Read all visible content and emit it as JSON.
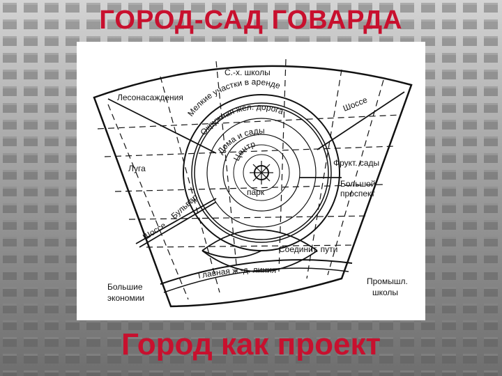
{
  "header": {
    "title": "ГОРОД-САД ГОВАРДА"
  },
  "footer": {
    "subtitle": "Город как проект"
  },
  "diagram": {
    "labels": {
      "schools": "С.-х. школы",
      "forest": "Лесонасаждения",
      "small_plots": "Мелкие участки в аренде",
      "highway_ne": "Шоссе",
      "ring_railway": "Окружная жел. дорога",
      "houses_gardens": "Дома и сады",
      "center": "Центр",
      "park": "парк",
      "fruit_gardens": "Фрукт. сады",
      "big_avenue_1": "Большой",
      "big_avenue_2": "проспект",
      "meadows": "Луга",
      "boulevard": "Бульвар",
      "highway_sw": "Шоссе",
      "connecting_tracks": "Соединит. пути",
      "main_railway": "Главная ж.-д. линия",
      "big_farms_1": "Большие",
      "big_farms_2": "экономии",
      "industrial_schools_1": "Промышл.",
      "industrial_schools_2": "школы"
    }
  }
}
